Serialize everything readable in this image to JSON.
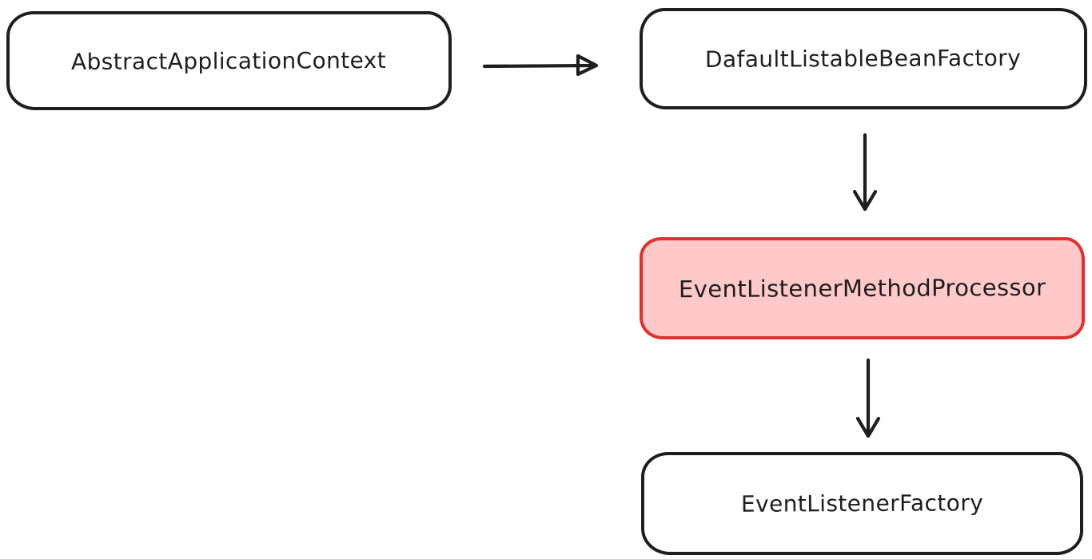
{
  "diagram": {
    "type": "flowchart",
    "style": "hand-drawn",
    "background_color": "#ffffff",
    "default_stroke_color": "#1e1e1e",
    "highlight_stroke_color": "#e03131",
    "highlight_fill_color": "#ffc9c9",
    "nodes": [
      {
        "id": "abstract-application-context",
        "label": "AbstractApplicationContext",
        "fill": "#ffffff",
        "stroke": "#1e1e1e",
        "highlighted": false
      },
      {
        "id": "dafault-listable-bean-factory",
        "label": "DafaultListableBeanFactory",
        "fill": "#ffffff",
        "stroke": "#1e1e1e",
        "highlighted": false
      },
      {
        "id": "event-listener-method-processor",
        "label": "EventListenerMethodProcessor",
        "fill": "#ffc9c9",
        "stroke": "#e03131",
        "highlighted": true
      },
      {
        "id": "event-listener-factory",
        "label": "EventListenerFactory",
        "fill": "#ffffff",
        "stroke": "#1e1e1e",
        "highlighted": false
      }
    ],
    "edges": [
      {
        "from": "abstract-application-context",
        "to": "dafault-listable-bean-factory",
        "direction": "right"
      },
      {
        "from": "dafault-listable-bean-factory",
        "to": "event-listener-method-processor",
        "direction": "down"
      },
      {
        "from": "event-listener-method-processor",
        "to": "event-listener-factory",
        "direction": "down"
      }
    ]
  }
}
